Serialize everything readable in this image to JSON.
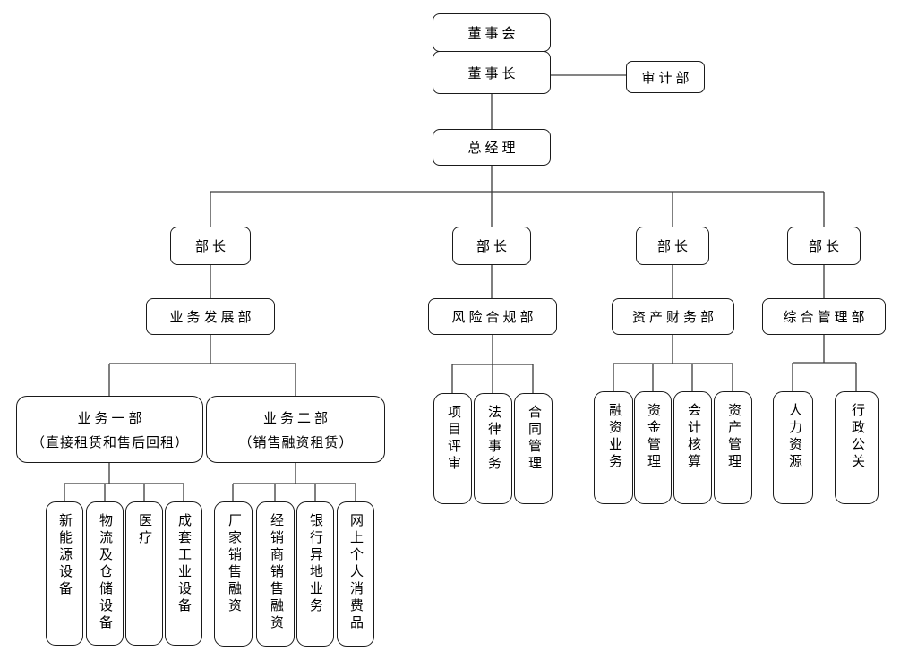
{
  "org_chart": {
    "top": {
      "board": "董事会",
      "chairman": "董事长",
      "audit": "审计部",
      "general_manager": "总经理"
    },
    "branches": [
      {
        "head": "部长",
        "department": "业务发展部",
        "units": [
          {
            "name": "业务一部",
            "subtitle": "（直接租赁和售后回租）",
            "children": [
              "新能源设备",
              "物流及仓储设备",
              "医疗",
              "成套工业设备"
            ]
          },
          {
            "name": "业务二部",
            "subtitle": "（销售融资租赁）",
            "children": [
              "厂家销售融资",
              "经销商销售融资",
              "银行异地业务",
              "网上个人消费品"
            ]
          }
        ]
      },
      {
        "head": "部长",
        "department": "风险合规部",
        "children": [
          "项目评审",
          "法律事务",
          "合同管理"
        ]
      },
      {
        "head": "部长",
        "department": "资产财务部",
        "children": [
          "融资业务",
          "资金管理",
          "会计核算",
          "资产管理"
        ]
      },
      {
        "head": "部长",
        "department": "综合管理部",
        "children": [
          "人力资源",
          "行政公关"
        ]
      }
    ],
    "colors": {
      "line": "#3a3a3a",
      "border": "#1a1a1a",
      "spellcheck": "#e03030"
    }
  }
}
